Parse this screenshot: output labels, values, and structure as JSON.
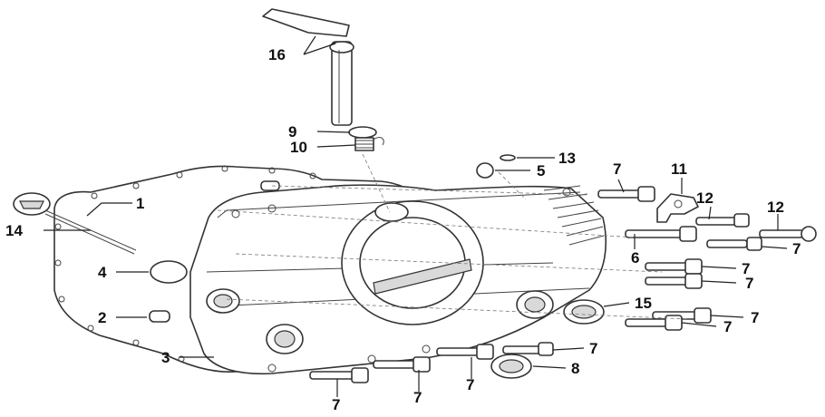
{
  "diagram": {
    "callouts": {
      "c1": "1",
      "c2": "2",
      "c3": "3",
      "c4": "4",
      "c5": "5",
      "c6": "6",
      "c7": "7",
      "c8": "8",
      "c9": "9",
      "c10": "10",
      "c11": "11",
      "c12": "12",
      "c13": "13",
      "c14": "14",
      "c15": "15",
      "c16": "16"
    },
    "colors": {
      "line": "#333333",
      "fill": "#ffffff",
      "shade": "#d9d9d9"
    }
  }
}
